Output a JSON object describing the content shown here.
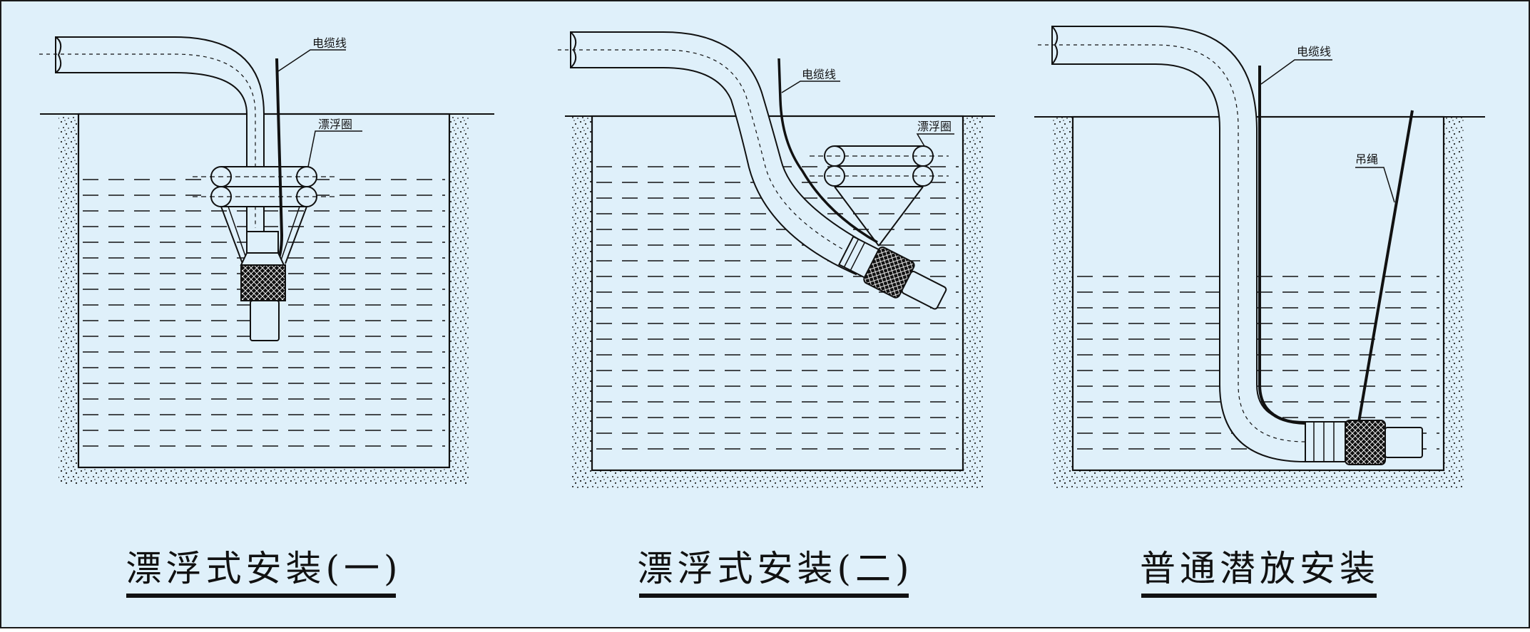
{
  "colors": {
    "background": "#dff0fa",
    "border": "#1a1a1a",
    "line": "#111111",
    "pipe_fill": "#dff0fa",
    "pump_mesh": "#111111"
  },
  "panels": [
    {
      "title": "漂浮式安装(一)",
      "labels": {
        "cable": "电缆线",
        "float": "漂浮圈"
      }
    },
    {
      "title": "漂浮式安装(二)",
      "labels": {
        "cable": "电缆线",
        "float": "漂浮圈"
      }
    },
    {
      "title": "普通潜放安装",
      "labels": {
        "cable": "电缆线",
        "rope": "吊绳"
      }
    }
  ]
}
